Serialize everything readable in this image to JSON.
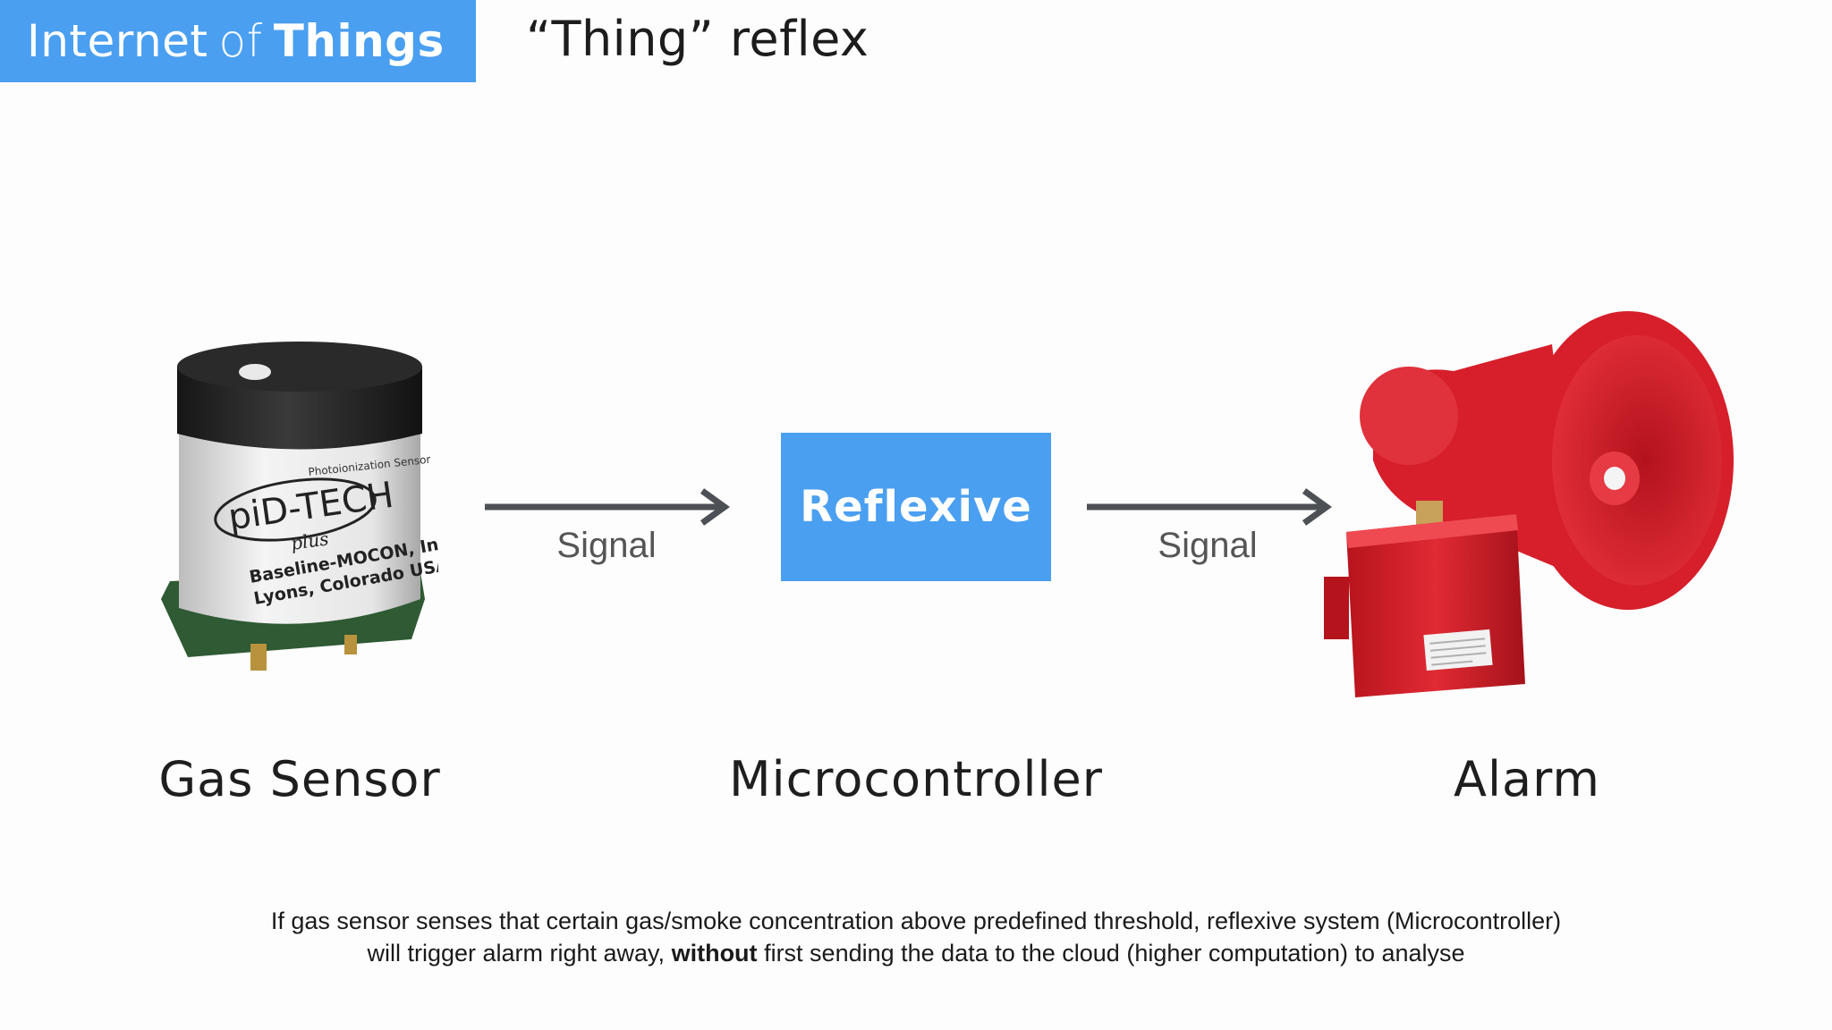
{
  "header": {
    "tag_part1": "Internet",
    "tag_part2": "of",
    "tag_part3": "Things",
    "title": "“Thing” reflex"
  },
  "diagram": {
    "nodes": [
      {
        "id": "gas-sensor",
        "label": "Gas Sensor",
        "icon": "gas-sensor-icon",
        "device_text": [
          "Photoionization Sensor",
          "piD-TECH",
          "plus",
          "Baseline-MOCON, Inc.",
          "Lyons, Colorado USA"
        ]
      },
      {
        "id": "microcontroller",
        "label": "Microcontroller",
        "box_text": "Reflexive"
      },
      {
        "id": "alarm",
        "label": "Alarm",
        "icon": "alarm-horn-icon"
      }
    ],
    "edges": [
      {
        "from": "gas-sensor",
        "to": "microcontroller",
        "label": "Signal"
      },
      {
        "from": "microcontroller",
        "to": "alarm",
        "label": "Signal"
      }
    ]
  },
  "caption": {
    "line1": "If gas sensor senses that certain gas/smoke concentration above predefined threshold, reflexive system (Microcontroller)",
    "line2_pre": "will trigger alarm right away,",
    "line2_bold": "without",
    "line2_post": "first sending the data to the cloud (higher computation) to analyse"
  },
  "colors": {
    "accent": "#4a9ff0",
    "arrow": "#4d5156",
    "alarm_red": "#d61f2b",
    "sensor_black": "#232323",
    "sensor_pcb": "#2f5a34"
  }
}
